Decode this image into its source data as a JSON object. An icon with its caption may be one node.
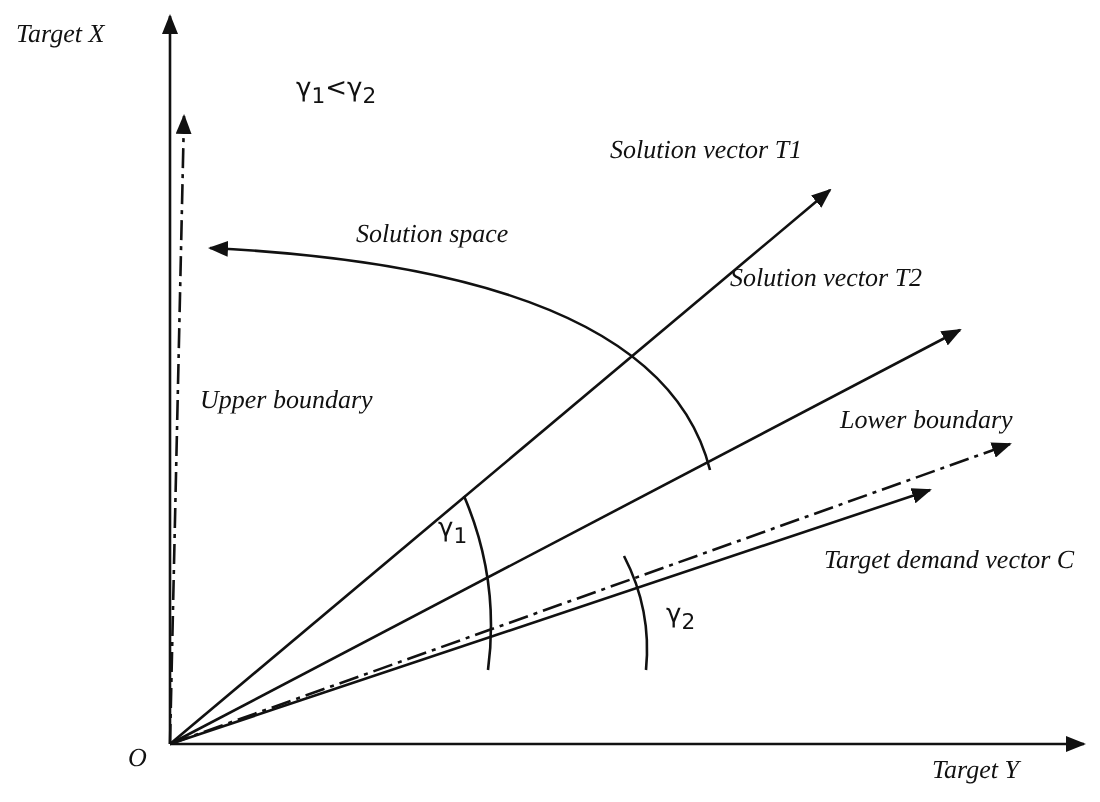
{
  "diagram": {
    "labels": [
      "Target X",
      "γ$_{1}$<γ$_{2}$",
      "Solution vector T1",
      "Solution space",
      "Solution vector T2",
      "Upper boundary",
      "Lower boundary",
      "γ$_{1}$",
      "γ$_{2}$",
      "Target demand vector C",
      "O",
      "Target Y"
    ]
  }
}
